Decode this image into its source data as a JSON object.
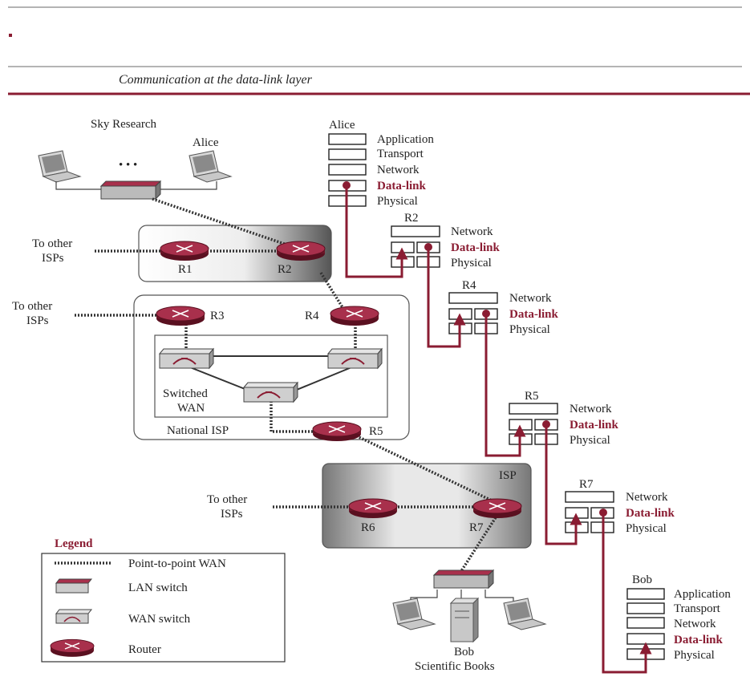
{
  "caption": "Communication at the data-link layer",
  "sites": {
    "sky_research": "Sky Research",
    "alice": "Alice",
    "ellipsis": "• • •",
    "bob": "Bob",
    "scientific_books": "Scientific Books"
  },
  "network": {
    "to_other_isps_1": [
      "To other",
      "ISPs"
    ],
    "to_other_isps_2": [
      "To other",
      "ISPs"
    ],
    "to_other_isps_3": [
      "To other",
      "ISPs"
    ],
    "national_isp": "National ISP",
    "switched_wan": [
      "Switched",
      "WAN"
    ],
    "isp": "ISP",
    "routers": [
      "R1",
      "R2",
      "R3",
      "R4",
      "R5",
      "R6",
      "R7"
    ]
  },
  "stacks": {
    "alice": {
      "title": "Alice",
      "layers": [
        "Application",
        "Transport",
        "Network",
        "Data-link",
        "Physical"
      ]
    },
    "r2": {
      "title": "R2",
      "layers": [
        "Network",
        "Data-link",
        "Physical"
      ]
    },
    "r4": {
      "title": "R4",
      "layers": [
        "Network",
        "Data-link",
        "Physical"
      ]
    },
    "r5": {
      "title": "R5",
      "layers": [
        "Network",
        "Data-link",
        "Physical"
      ]
    },
    "r7": {
      "title": "R7",
      "layers": [
        "Network",
        "Data-link",
        "Physical"
      ]
    },
    "bob": {
      "title": "Bob",
      "layers": [
        "Application",
        "Transport",
        "Network",
        "Data-link",
        "Physical"
      ]
    }
  },
  "legend": {
    "title": "Legend",
    "items": [
      "Point-to-point WAN",
      "LAN switch",
      "WAN switch",
      "Router"
    ]
  },
  "colors": {
    "accent": "#8a1c32",
    "router": "#8f2540",
    "frame": "#888888"
  }
}
